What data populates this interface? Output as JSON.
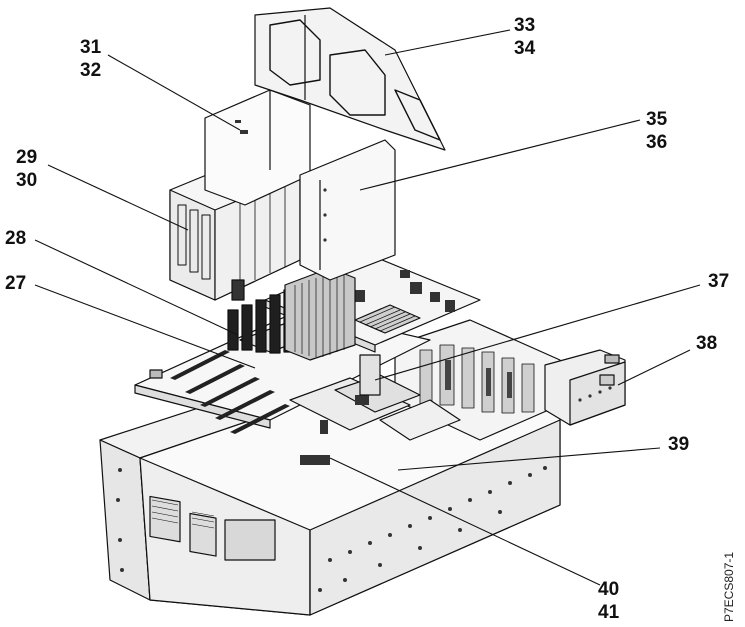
{
  "figure_id": "P7ECS807-1",
  "callouts": [
    {
      "id": "c31",
      "lines": [
        "31",
        "32"
      ]
    },
    {
      "id": "c33",
      "lines": [
        "33",
        "34"
      ]
    },
    {
      "id": "c35",
      "lines": [
        "35",
        "36"
      ]
    },
    {
      "id": "c29",
      "lines": [
        "29",
        "30"
      ]
    },
    {
      "id": "c28",
      "lines": [
        "28"
      ]
    },
    {
      "id": "c27",
      "lines": [
        "27"
      ]
    },
    {
      "id": "c37",
      "lines": [
        "37"
      ]
    },
    {
      "id": "c38",
      "lines": [
        "38"
      ]
    },
    {
      "id": "c39",
      "lines": [
        "39"
      ]
    },
    {
      "id": "c40",
      "lines": [
        "40",
        "41"
      ]
    }
  ]
}
